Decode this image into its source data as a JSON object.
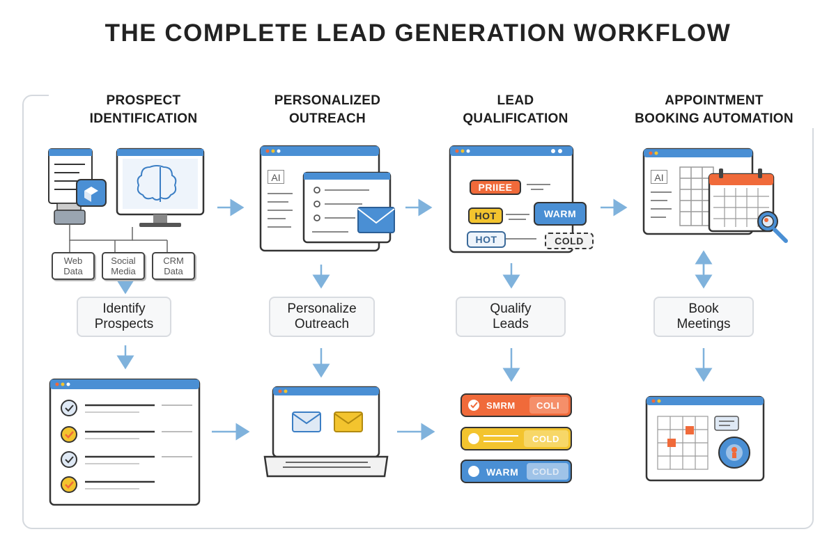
{
  "title": "THE COMPLETE LEAD GENERATION WORKFLOW",
  "columns": [
    {
      "heading": [
        "PROSPECT",
        "IDENTIFICATION"
      ],
      "step": [
        "Identify",
        "Prospects"
      ]
    },
    {
      "heading": [
        "PERSONALIZED",
        "OUTREACH"
      ],
      "step": [
        "Personalize",
        "Outreach"
      ]
    },
    {
      "heading": [
        "LEAD",
        "QUALIFICATION"
      ],
      "step": [
        "Qualify",
        "Leads"
      ]
    },
    {
      "heading": [
        "APPOINTMENT",
        "BOOKING AUTOMATION"
      ],
      "step": [
        "Book",
        "Meetings"
      ]
    }
  ],
  "sources": [
    [
      "Web",
      "Data"
    ],
    [
      "Social",
      "Media"
    ],
    [
      "CRM",
      "Data"
    ]
  ],
  "ai_label": "AI",
  "qualification_tags": {
    "top": "PRIIEE",
    "hot_yellow": "HOT",
    "warm": "WARM",
    "hot": "HOT",
    "cold": "COLD"
  },
  "lead_bars": [
    {
      "left": "SMRM",
      "right": "COLI",
      "color": "#f06a3a"
    },
    {
      "left": "",
      "right": "COLD",
      "color": "#f3c42e"
    },
    {
      "left": "WARM",
      "right": "COLD",
      "color": "#4a8fd4"
    }
  ],
  "colors": {
    "accent_blue": "#4a8fd4",
    "orange": "#f06a3a",
    "yellow": "#f3c42e",
    "arrow": "#7fb2dc"
  }
}
